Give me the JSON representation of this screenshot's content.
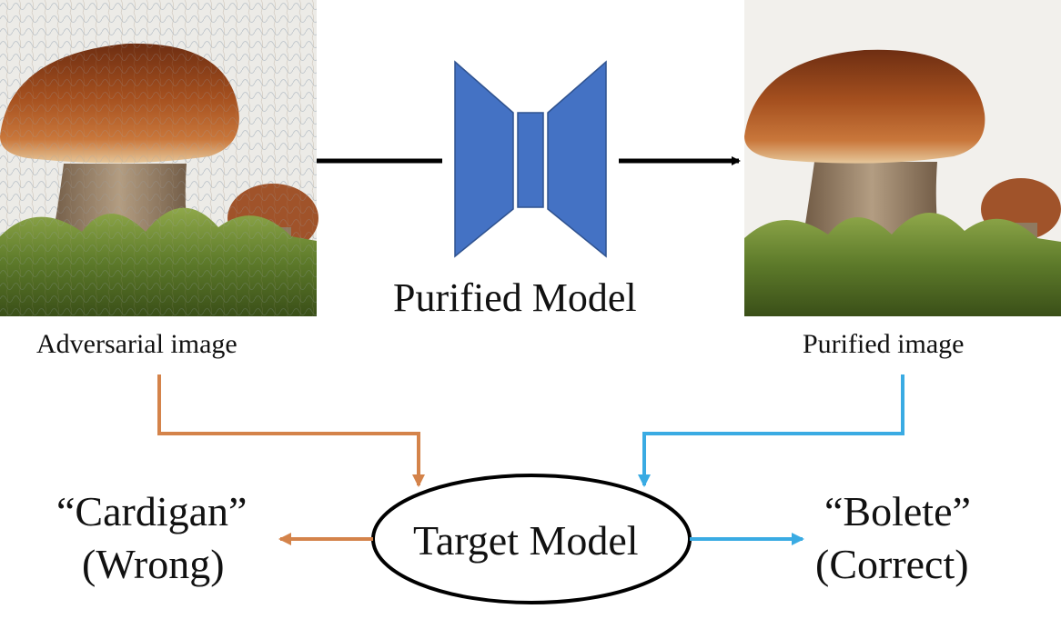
{
  "images": {
    "adversarial": {
      "caption": "Adversarial image",
      "noise": true
    },
    "purified": {
      "caption": "Purified image",
      "noise": false
    }
  },
  "purifier": {
    "label": "Purified Model",
    "color": "#4472C4"
  },
  "target_model": {
    "label": "Target Model"
  },
  "outputs": {
    "wrong": {
      "class": "“Cardigan”",
      "verdict": "(Wrong)",
      "arrow_color": "#D4834A"
    },
    "correct": {
      "class": "“Bolete”",
      "verdict": "(Correct)",
      "arrow_color": "#3AABE3"
    }
  }
}
